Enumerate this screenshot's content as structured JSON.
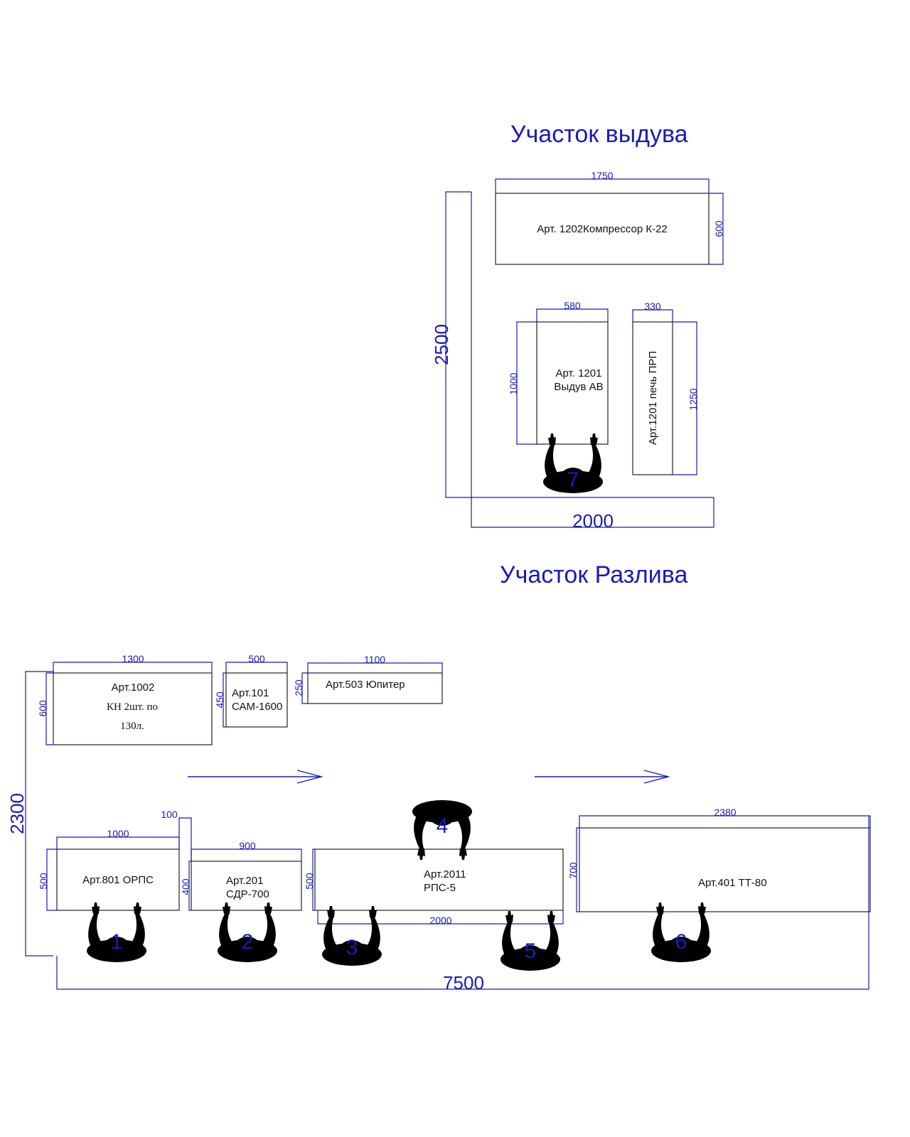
{
  "titles": {
    "blow": "Участок выдува",
    "fill": "Участок Разлива"
  },
  "blow": {
    "dim_height": "2500",
    "dim_width": "2000",
    "compressor": {
      "label": "Арт. 1202Компрессор К-22",
      "w": "1750",
      "h": "600"
    },
    "blower": {
      "label1": "Арт. 1201",
      "label2": "Выдув АВ",
      "w": "580",
      "h": "1000"
    },
    "oven": {
      "label": "Арт.1201 печь ПРП",
      "w": "330",
      "h": "1250"
    },
    "worker": "7"
  },
  "fill": {
    "dim_height": "2300",
    "dim_width": "7500",
    "kn": {
      "label1": "Арт.1002",
      "label2": "КН 2шт. по",
      "label3": "130л.",
      "w": "1300",
      "h": "600"
    },
    "cam": {
      "label1": "Арт.101",
      "label2": "САМ-1600",
      "w": "500",
      "h": "450"
    },
    "jupiter": {
      "label": "Арт.503 Юпитер",
      "w": "1100",
      "h": "250"
    },
    "orps": {
      "label": "Арт.801 ОРПС",
      "w": "1000",
      "h": "500"
    },
    "gap": "100",
    "sdr": {
      "label1": "Арт.201",
      "label2": "СДР-700",
      "w": "900",
      "h": "400"
    },
    "rps": {
      "label1": "Арт.2011",
      "label2": "РПС-5",
      "w": "2000",
      "h": "500"
    },
    "tt": {
      "label": "Арт.401 ТТ-80",
      "w": "2380",
      "h": "700"
    },
    "workers": [
      "1",
      "2",
      "3",
      "4",
      "5",
      "6"
    ]
  }
}
